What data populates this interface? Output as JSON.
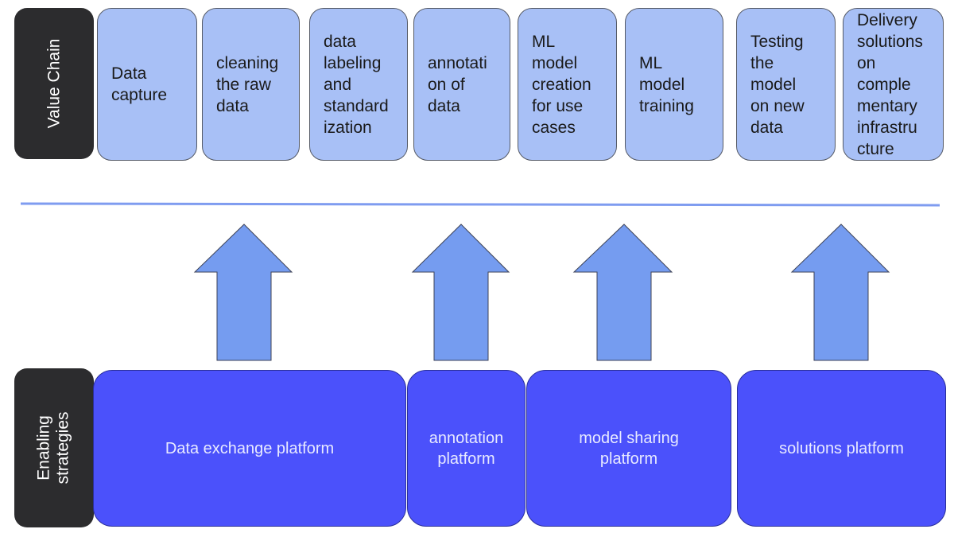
{
  "value_chain": {
    "label": "Value Chain",
    "steps": [
      {
        "label": "Data\ncapture"
      },
      {
        "label": "cleaning\nthe raw\ndata"
      },
      {
        "label": "data\nlabeling\nand\nstandard\nization"
      },
      {
        "label": "annotati\non of\ndata"
      },
      {
        "label": "ML\nmodel\ncreation\nfor use\ncases"
      },
      {
        "label": "ML\nmodel\ntraining"
      },
      {
        "label": "Testing\nthe\nmodel\non new\ndata"
      },
      {
        "label": "Delivery\nsolutions\non\ncomple\nmentary\ninfrastru\ncture"
      }
    ]
  },
  "enabling": {
    "label": "Enabling\nstrategies",
    "platforms": [
      {
        "label": "Data exchange platform"
      },
      {
        "label": "annotation\nplatform"
      },
      {
        "label": "model sharing\nplatform"
      },
      {
        "label": "solutions platform"
      }
    ]
  },
  "colors": {
    "label_bg": "#2c2c2e",
    "step_fill": "#a8c0f6",
    "platform_fill": "#4b51fb",
    "arrow_fill": "#759cf0",
    "divider": "#7f9cf0"
  }
}
